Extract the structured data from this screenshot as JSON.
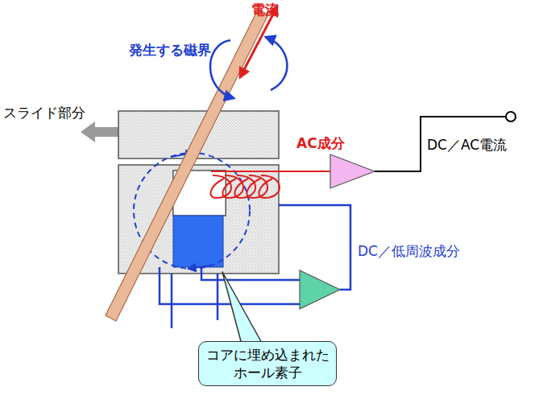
{
  "diagram": {
    "nodes": [
      {
        "text": [
          "コアに埋め込まれた ホール素子"
        ]
      }
    ],
    "labels": [
      "電流",
      "発生する磁界",
      "スライド部分",
      "AC成分",
      "DC／AC電流",
      "DC／低周波成分"
    ]
  }
}
